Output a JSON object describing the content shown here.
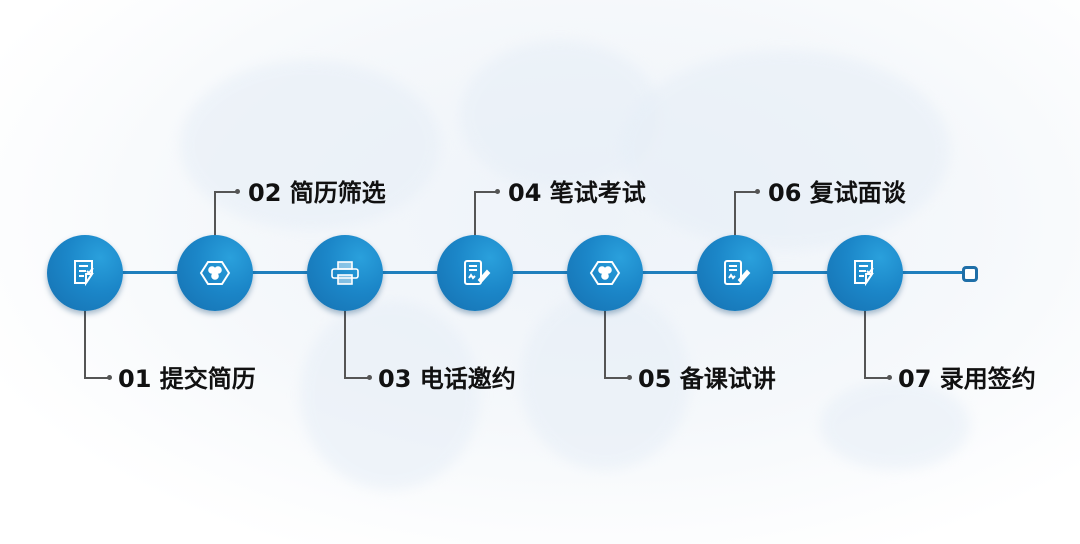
{
  "diagram": {
    "type": "process-timeline",
    "accent_color": "#1b86c8",
    "line_color": "#1f7fbd",
    "steps": [
      {
        "number": "01",
        "label": "01 提交简历",
        "icon": "resume-check-icon",
        "position": "bottom"
      },
      {
        "number": "02",
        "label": "02 简历筛选",
        "icon": "hexagon-dots-icon",
        "position": "top"
      },
      {
        "number": "03",
        "label": "03 电话邀约",
        "icon": "printer-icon",
        "position": "bottom"
      },
      {
        "number": "04",
        "label": "04 笔试考试",
        "icon": "document-sign-icon",
        "position": "top"
      },
      {
        "number": "05",
        "label": "05 备课试讲",
        "icon": "hexagon-dots-icon",
        "position": "bottom"
      },
      {
        "number": "06",
        "label": "06 复试面谈",
        "icon": "document-sign-icon",
        "position": "top"
      },
      {
        "number": "07",
        "label": "07 录用签约",
        "icon": "resume-check-icon",
        "position": "bottom"
      }
    ]
  }
}
